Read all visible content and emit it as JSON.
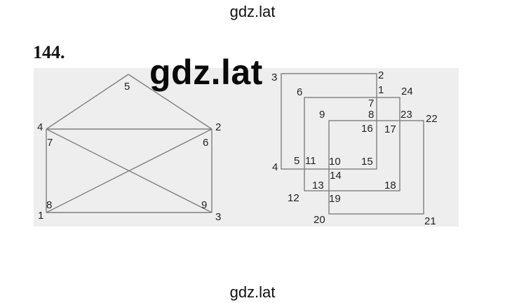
{
  "watermark": {
    "top": "gdz.lat",
    "center": "gdz.lat",
    "bottom": "gdz.lat"
  },
  "task": {
    "number": "144."
  },
  "envelope_labels": [
    "1",
    "2",
    "3",
    "4",
    "5",
    "6",
    "7",
    "8",
    "9"
  ],
  "squares_labels": [
    "1",
    "2",
    "3",
    "4",
    "5",
    "6",
    "7",
    "8",
    "9",
    "10",
    "11",
    "12",
    "13",
    "14",
    "15",
    "16",
    "17",
    "18",
    "19",
    "20",
    "21",
    "22",
    "23",
    "24"
  ]
}
